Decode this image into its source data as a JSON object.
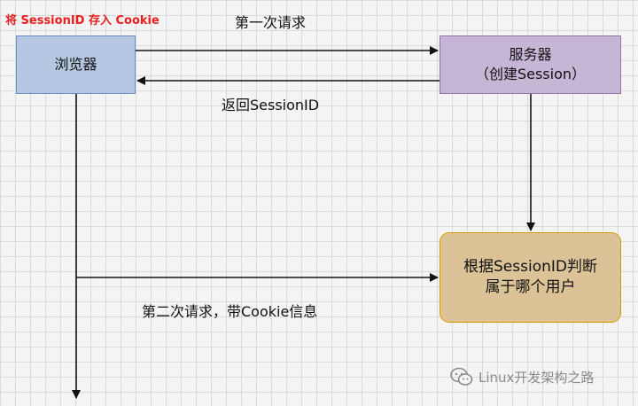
{
  "note": "将 SessionID 存入 Cookie",
  "nodes": {
    "browser": "浏览器",
    "server_line1": "服务器",
    "server_line2": "（创建Session）",
    "judge_line1": "根据SessionID判断",
    "judge_line2": "属于哪个用户"
  },
  "edges": {
    "first_request": "第一次请求",
    "return_session": "返回SessionID",
    "second_request": "第二次请求，带Cookie信息"
  },
  "watermark": "Linux开发架构之路",
  "colors": {
    "browser_fill": "#b5c7e2",
    "server_fill": "#c6b6d6",
    "judge_fill": "#dcc397",
    "note_text": "#e8201f"
  }
}
